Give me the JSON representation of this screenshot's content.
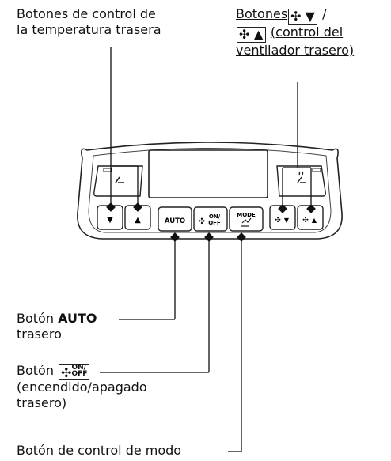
{
  "labels": {
    "temp_buttons": [
      "Botones de control de",
      "la temperatura trasera"
    ],
    "fan_buttons": {
      "prefix": "Botones",
      "sep": "/",
      "suffix1": "(control del",
      "suffix2": "ventilador trasero)"
    },
    "auto_button": {
      "prefix": "Botón",
      "bold": "AUTO",
      "line2": "trasero"
    },
    "onoff_button": {
      "prefix": "Botón",
      "line2": "(encendido/apagado",
      "line3": "trasero)"
    },
    "mode_button": "Botón de control de modo"
  },
  "panel_buttons": {
    "temp_down": "▼",
    "temp_up": "▲",
    "auto": "AUTO",
    "onoff_top": "ON/",
    "onoff_bottom": "OFF",
    "mode": "MODE",
    "fan_down": "▼",
    "fan_up": "▲"
  },
  "icons": [
    "fan-icon",
    "seat-heater-icon",
    "mode-icon"
  ]
}
